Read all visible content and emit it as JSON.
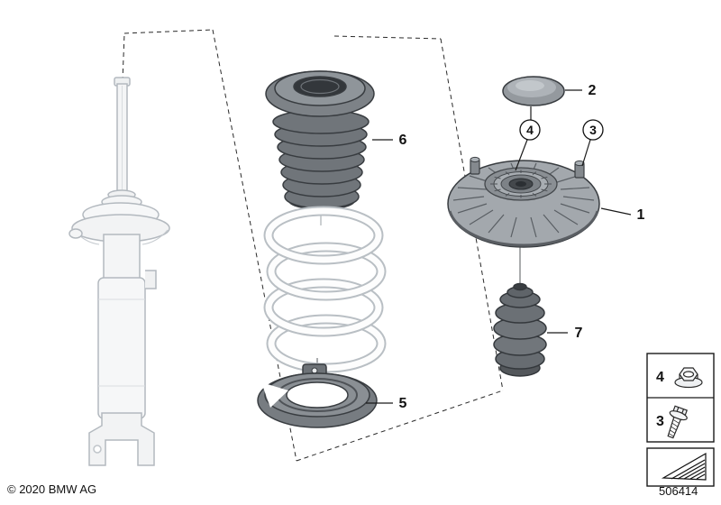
{
  "diagram": {
    "callouts": {
      "c1": "1",
      "c2": "2",
      "c3": "3",
      "c4": "4",
      "c5": "5",
      "c6": "6",
      "c7": "7"
    },
    "legend": {
      "item1_label": "4",
      "item1_icon": "nut-icon",
      "item2_label": "3",
      "item2_icon": "bolt-icon",
      "reference_icon": "cross-reference-icon"
    },
    "footer": {
      "copyright": "© 2020 BMW AG",
      "drawing_number": "506414"
    },
    "colors": {
      "line": "#1a1a1a",
      "rubber_dark": "#70757a",
      "metal_mid": "#a3a8ad",
      "metal_light": "#f4f5f6"
    }
  }
}
